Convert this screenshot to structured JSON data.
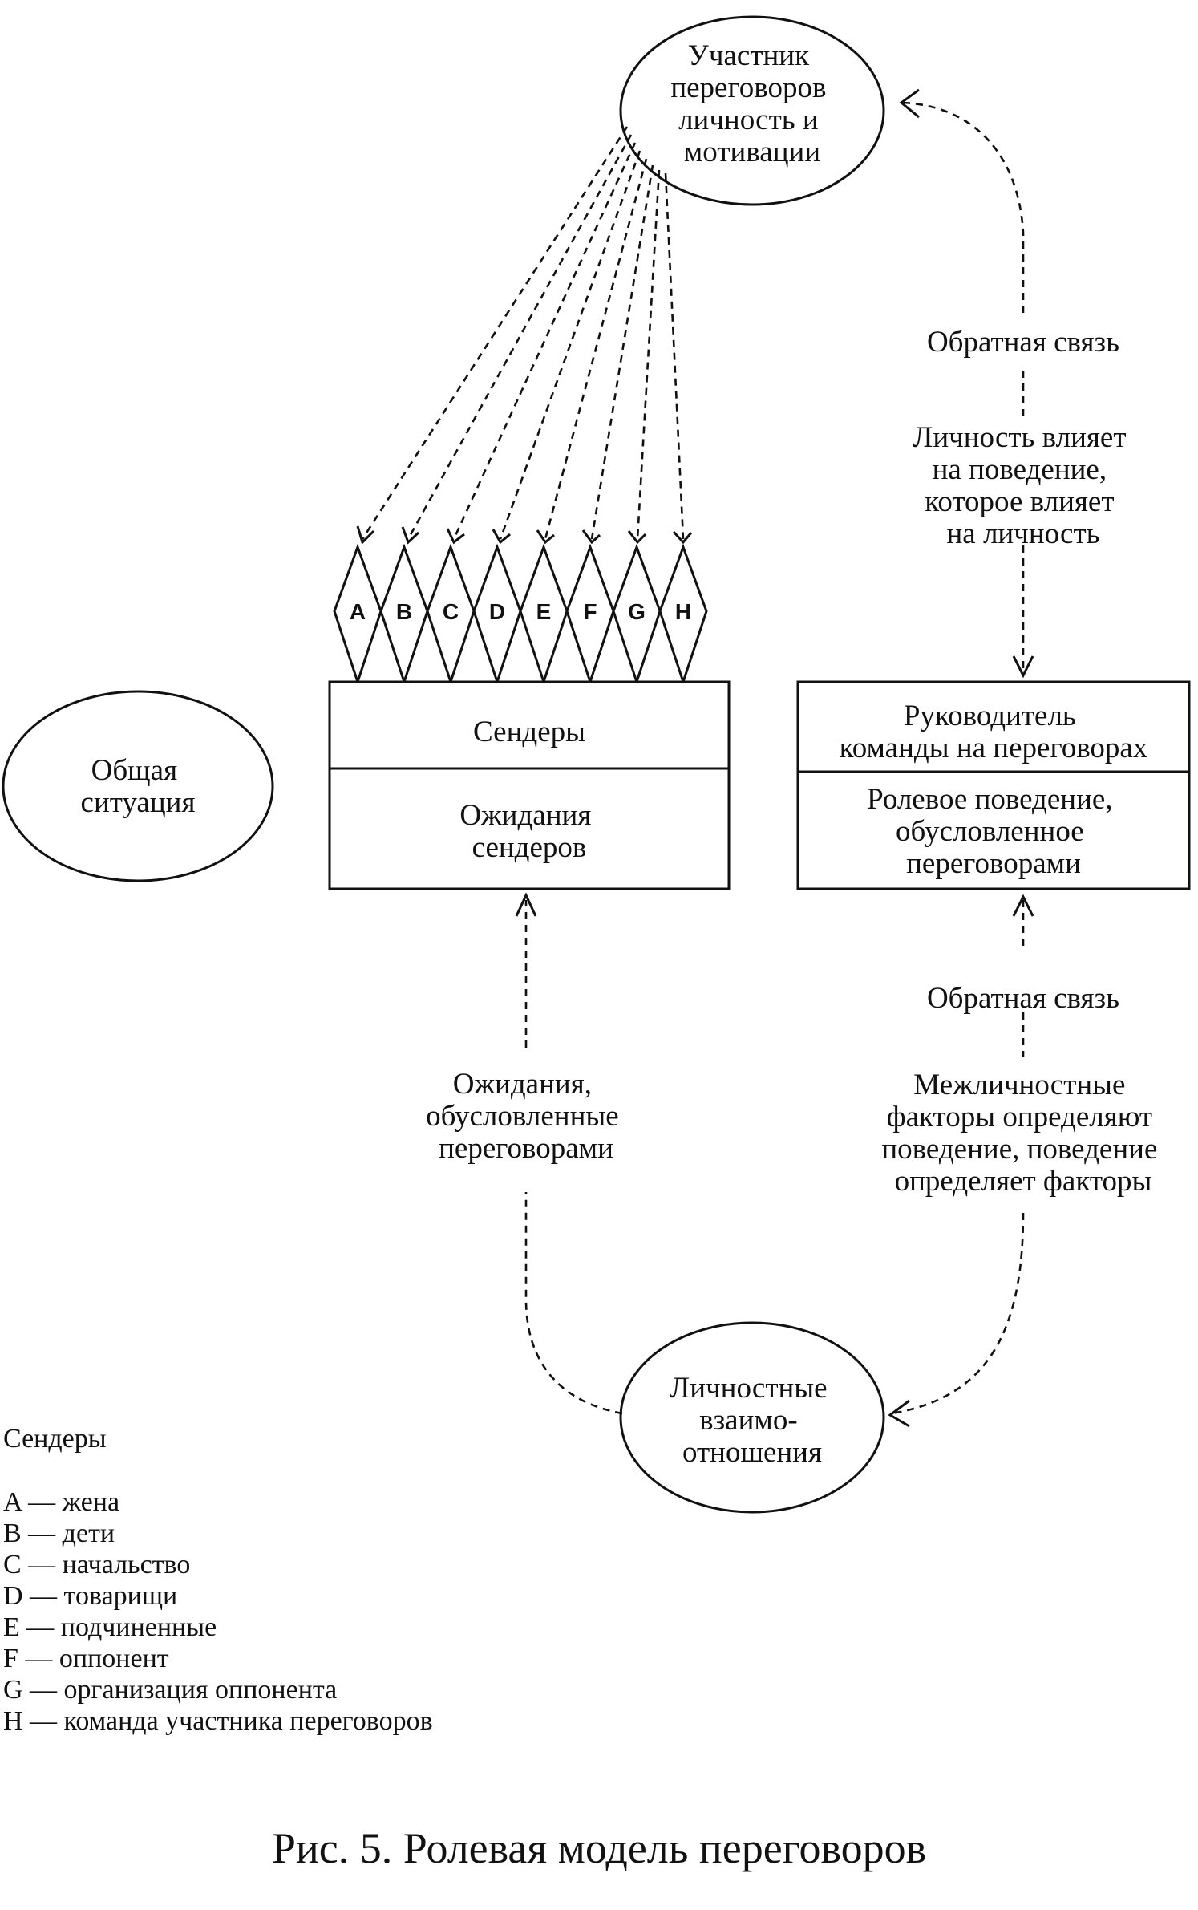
{
  "nodes": {
    "participant": [
      "Участник",
      "переговоров",
      "личность и",
      "мотивации"
    ],
    "general_situation": [
      "Общая",
      "ситуация"
    ],
    "senders_box": {
      "title": [
        "Сендеры"
      ],
      "body": [
        "Ожидания",
        "сендеров"
      ]
    },
    "leader_box": {
      "title": [
        "Руководитель",
        "команды на переговорах"
      ],
      "body": [
        "Ролевое поведение,",
        "обусловленное",
        "переговорами"
      ]
    },
    "relationships": [
      "Личностные",
      "взаимо-",
      "отношения"
    ]
  },
  "senders": [
    "A",
    "B",
    "C",
    "D",
    "E",
    "F",
    "G",
    "H"
  ],
  "labels": {
    "feedback_top": [
      "Обратная связь"
    ],
    "personality_behavior": [
      "Личность влияет",
      "на поведение,",
      "которое влияет",
      "на личность"
    ],
    "expectations": [
      "Ожидания,",
      "обусловленные",
      "переговорами"
    ],
    "feedback_bottom": [
      "Обратная связь"
    ],
    "interpersonal": [
      "Межличностные",
      "факторы определяют",
      "поведение, поведение",
      "определяет факторы"
    ]
  },
  "legend": {
    "title": "Сендеры",
    "items": [
      "A — жена",
      "B — дети",
      "C — начальство",
      "D — товарищи",
      "E — подчиненные",
      "F — оппонент",
      "G — организация оппонента",
      "H — команда участника переговоров"
    ]
  },
  "caption": "Рис. 5. Ролевая модель переговоров"
}
